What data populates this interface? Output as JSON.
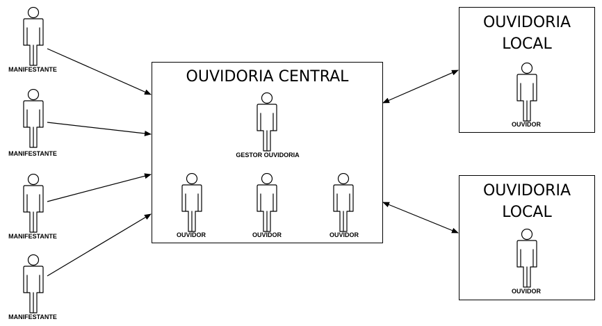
{
  "central": {
    "title": "OUVIDORIA CENTRAL",
    "gestor_label": "GESTOR OUVIDORIA",
    "ouvidor_labels": [
      "OUVIDOR",
      "OUVIDOR",
      "OUVIDOR"
    ]
  },
  "local_units": [
    {
      "title_line1": "OUVIDORIA",
      "title_line2": "LOCAL",
      "ouvidor_label": "OUVIDOR"
    },
    {
      "title_line1": "OUVIDORIA",
      "title_line2": "LOCAL",
      "ouvidor_label": "OUVIDOR"
    }
  ],
  "manifestantes": [
    "MANIFESTANTE",
    "MANIFESTANTE",
    "MANIFESTANTE",
    "MANIFESTANTE"
  ],
  "colors": {
    "stroke": "#000000",
    "background": "#ffffff"
  }
}
